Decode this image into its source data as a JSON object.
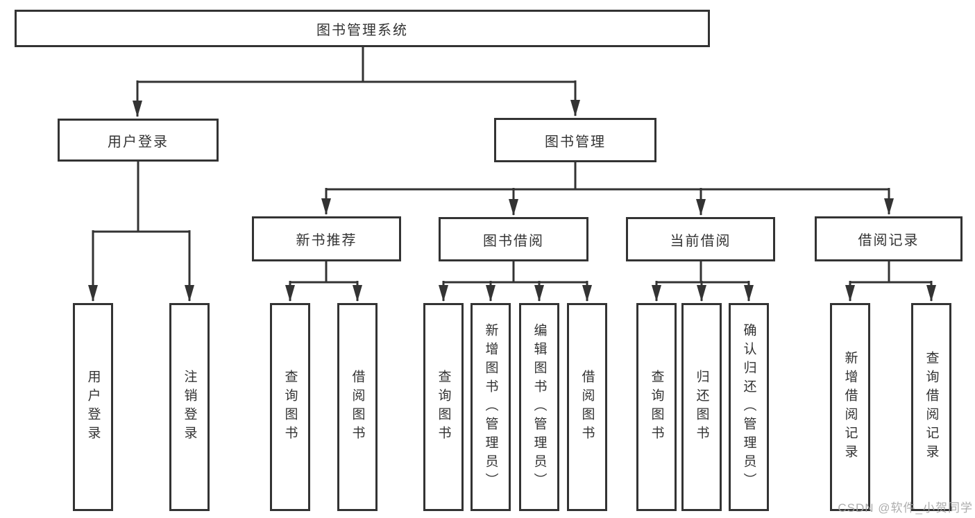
{
  "diagram": {
    "nodes": {
      "root": "图书管理系统",
      "user_login": "用户登录",
      "book_management": "图书管理",
      "new_book_recommend": "新书推荐",
      "book_borrowing": "图书借阅",
      "current_borrowing": "当前借阅",
      "borrowing_records": "借阅记录"
    },
    "leaves": {
      "user_login": "用户登录",
      "logout": "注销登录",
      "recommend_query_books": "查询图书",
      "recommend_borrow_books": "借阅图书",
      "borrowing_query_books": "查询图书",
      "borrowing_add_books": "新增图书（管理员）",
      "borrowing_edit_books": "编辑图书（管理员）",
      "borrowing_borrow_books": "借阅图书",
      "current_query_books": "查询图书",
      "current_return_books": "归还图书",
      "current_confirm_return": "确认归还（管理员）",
      "records_add_record": "新增借阅记录",
      "records_query_record": "查询借阅记录"
    },
    "colors": {
      "line": "#333333",
      "text": "#333333",
      "background": "#ffffff",
      "watermark": "#a4a4a4"
    }
  },
  "watermark": "CSDN @软件_小贺同学"
}
